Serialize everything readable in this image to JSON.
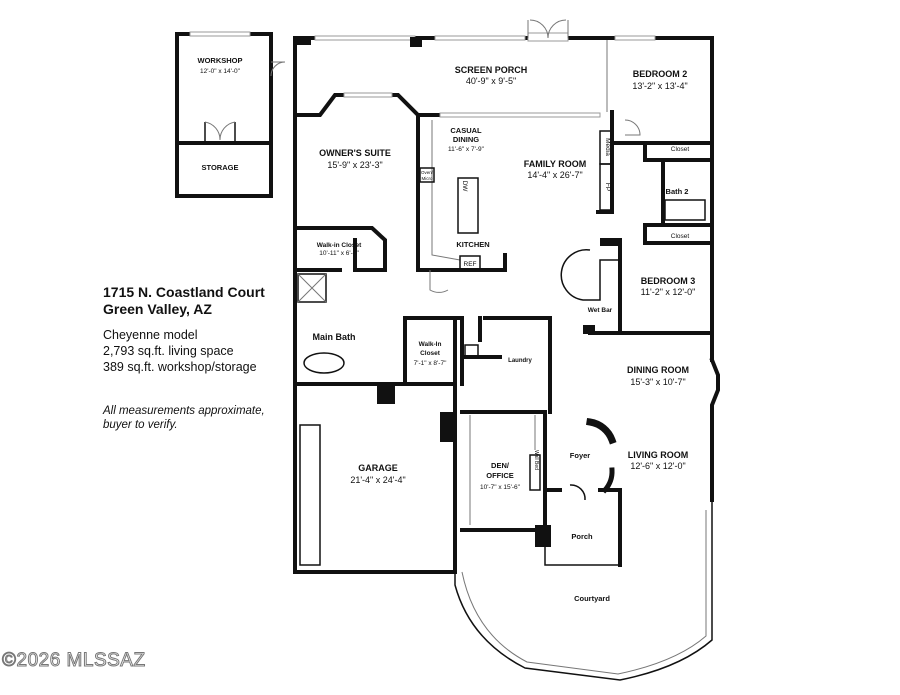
{
  "listing": {
    "address_line1": "1715 N. Coastland Court",
    "address_line2": "Green Valley, AZ",
    "model": "Cheyenne model",
    "living_space": "2,793 sq.ft. living space",
    "workshop_space": "389 sq.ft. workshop/storage",
    "disclaimer_line1": "All measurements approximate,",
    "disclaimer_line2": "buyer to verify."
  },
  "watermark": "©2026 MLSSAZ",
  "rooms": {
    "workshop": {
      "name": "WORKSHOP",
      "dims": "12'-0\" x 14'-0\""
    },
    "storage": {
      "name": "STORAGE"
    },
    "screen_porch": {
      "name": "SCREEN PORCH",
      "dims": "40'-9\" x 9'-5\""
    },
    "bedroom2": {
      "name": "BEDROOM 2",
      "dims": "13'-2\" x 13'-4\""
    },
    "owners_suite": {
      "name": "OWNER'S SUITE",
      "dims": "15'-9\" x 23'-3\""
    },
    "casual_dining": {
      "name1": "CASUAL",
      "name2": "DINING",
      "dims": "11'-6\" x 7'-9\""
    },
    "family_room": {
      "name": "FAMILY ROOM",
      "dims": "14'-4\" x 26'-7\""
    },
    "kitchen": {
      "name": "KITCHEN"
    },
    "closet_a": {
      "name": "Closet"
    },
    "closet_b": {
      "name": "Closet"
    },
    "bath2": {
      "name": "Bath 2"
    },
    "owners_walkin": {
      "name": "Walk-in Closet",
      "dims": "10'-11\" x 6'-4\""
    },
    "bedroom3": {
      "name": "BEDROOM 3",
      "dims": "11'-2\" x 12'-0\""
    },
    "wet_bar": {
      "name": "Wet Bar"
    },
    "main_bath": {
      "name": "Main Bath"
    },
    "walkin2": {
      "name1": "Walk-In",
      "name2": "Closet",
      "dims": "7'-1\" x 8'-7\""
    },
    "laundry": {
      "name": "Laundry"
    },
    "dining_room": {
      "name": "DINING ROOM",
      "dims": "15'-3\" x 10'-7\""
    },
    "garage": {
      "name": "GARAGE",
      "dims": "21'-4\" x 24'-4\""
    },
    "den": {
      "name1": "DEN/",
      "name2": "OFFICE",
      "dims": "10'-7\" x 15'-6\""
    },
    "foyer": {
      "name": "Foyer"
    },
    "living_room": {
      "name": "LIVING ROOM",
      "dims": "12'-6\" x 12'-0\""
    },
    "porch": {
      "name": "Porch"
    },
    "courtyard": {
      "name": "Courtyard"
    }
  },
  "fixtures": {
    "oven1": "Oven/",
    "oven2": "Micro",
    "dw": "DW",
    "ref": "REF",
    "media": "Media",
    "fp": "FP",
    "wall_bed": "Wall Bed"
  }
}
